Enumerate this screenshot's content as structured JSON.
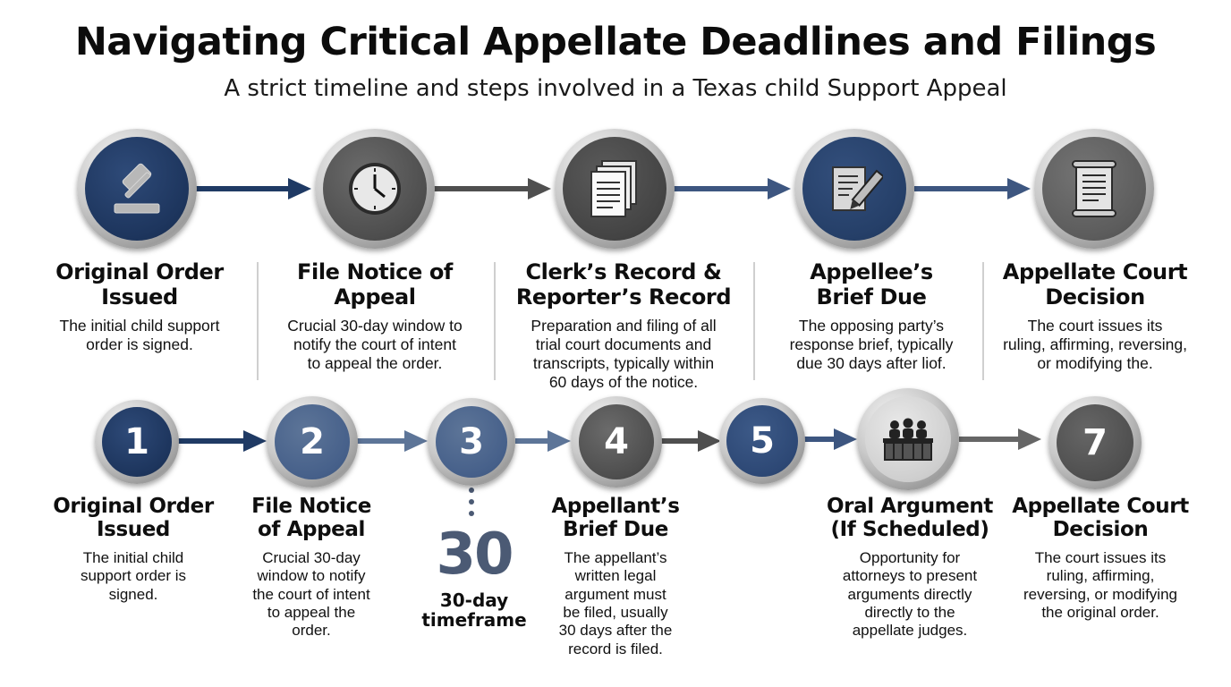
{
  "title": "Navigating Critical Appellate Deadlines and Filings",
  "subtitle": "A strict timeline and steps involved in a Texas child Support Appeal",
  "top_steps": [
    {
      "title_line1": "Original Order",
      "title_line2": "Issued",
      "desc": [
        "The initial child support",
        "order is signed."
      ],
      "icon": "gavel-icon"
    },
    {
      "title_line1": "File Notice of",
      "title_line2": "Appeal",
      "desc": [
        "Crucial 30-day window to",
        "notify the court of intent",
        "to appeal the order."
      ],
      "icon": "clock-icon"
    },
    {
      "title_line1": "Clerk’s Record &",
      "title_line2": "Reporter’s Record",
      "desc": [
        "Preparation and filing of all",
        "trial court documents and",
        "transcripts, typically within",
        "60 days of the notice."
      ],
      "icon": "documents-icon"
    },
    {
      "title_line1": "Appellee’s",
      "title_line2": "Brief Due",
      "desc": [
        "The opposing party’s",
        "response brief, typically",
        "due 30 days after liof."
      ],
      "icon": "document-pen-icon"
    },
    {
      "title_line1": "Appellate Court",
      "title_line2": "Decision",
      "desc": [
        "The court issues its",
        "ruling, affirming, reversing,",
        "or modifying the."
      ],
      "icon": "scroll-icon"
    }
  ],
  "bottom_steps": [
    {
      "number": "1",
      "title_line1": "Original Order",
      "title_line2": "Issued",
      "desc": [
        "The initial child",
        "support order is",
        "signed."
      ]
    },
    {
      "number": "2",
      "title_line1": "File Notice",
      "title_line2": "of Appeal",
      "desc": [
        "Crucial 30-day",
        "window to notify",
        "the court of intent",
        "to appeal the",
        "order."
      ]
    },
    {
      "number": "3",
      "big_number": "30",
      "timeframe_line1": "30-day",
      "timeframe_line2": "timeframe"
    },
    {
      "number": "4",
      "title_line1": "Appellant’s",
      "title_line2": "Brief Due",
      "desc": [
        "The appellant’s",
        "written legal",
        "argument must",
        "be filed, usually",
        "30 days after the",
        "record is filed."
      ]
    },
    {
      "number": "5"
    },
    {
      "icon": "court-bench-icon",
      "title_line1": "Oral Argument",
      "title_line2": "(If Scheduled)",
      "desc": [
        "Opportunity for",
        "attorneys to present",
        "arguments directly",
        "directly to the",
        "appellate judges."
      ]
    },
    {
      "number": "7",
      "title_line1": "Appellate Court",
      "title_line2": "Decision",
      "desc": [
        "The court issues its",
        "ruling, affirming,",
        "reversing, or modifying",
        "the original order."
      ]
    }
  ],
  "colors": {
    "navy": "#1d355d",
    "slate": "#46608a",
    "gray": "#4e4e4e",
    "arrow_navy": "#1f3a64",
    "arrow_gray": "#555555"
  }
}
